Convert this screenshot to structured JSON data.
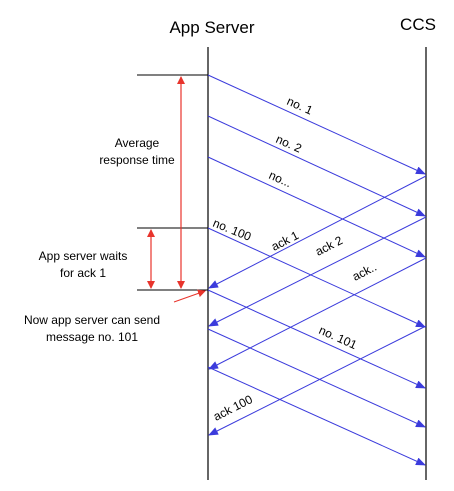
{
  "headers": {
    "app_server": "App Server",
    "ccs": "CCS"
  },
  "annotations": {
    "average_line1": "Average",
    "average_line2": "response time",
    "waits_line1": "App server waits",
    "waits_line2": "for ack 1",
    "now_line1": "Now app server can send",
    "now_line2": "message no. 101"
  },
  "messages": {
    "m1": "no. 1",
    "m2": "no. 2",
    "m3": "no...",
    "m100": "no. 100",
    "m101": "no. 101"
  },
  "acks": {
    "a1": "ack 1",
    "a2": "ack 2",
    "a3": "ack..",
    "a100": "ack 100"
  },
  "colors": {
    "message_arrow": "#3b3bdc",
    "bracket_arrow": "#e8342c",
    "lifeline": "#000000"
  }
}
